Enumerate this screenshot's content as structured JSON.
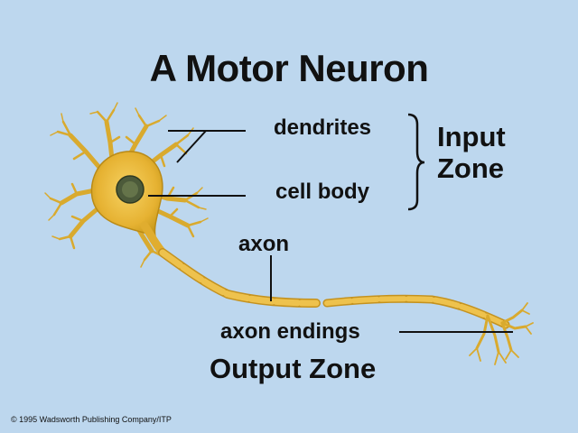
{
  "title": "A Motor Neuron",
  "labels": {
    "dendrites": "dendrites",
    "cell_body": "cell body",
    "axon": "axon",
    "axon_endings": "axon endings"
  },
  "zones": {
    "input_line1": "Input",
    "input_line2": "Zone",
    "output": "Output Zone"
  },
  "copyright": "© 1995 Wadsworth Publishing Company/ITP",
  "colors": {
    "background": "#bdd7ee",
    "neuron_fill": "#e9b93a",
    "neuron_stroke": "#b98a17",
    "nucleus": "#4c5a3a",
    "leader_lines": "#111111"
  }
}
